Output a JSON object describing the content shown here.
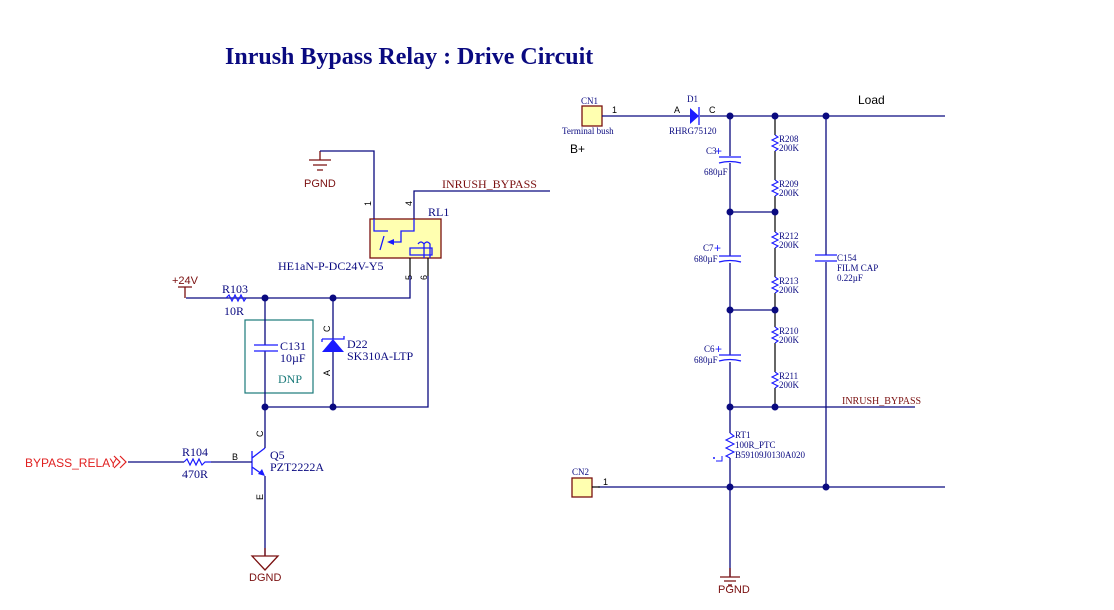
{
  "title": "Inrush Bypass Relay : Drive Circuit",
  "relay": {
    "ref": "RL1",
    "part": "HE1aN-P-DC24V-Y5",
    "pins": [
      "1",
      "4",
      "5",
      "6"
    ],
    "gnd_label": "PGND",
    "net_label": "INRUSH_BYPASS"
  },
  "supply": {
    "label": "+24V"
  },
  "r103": {
    "ref": "R103",
    "value": "10R"
  },
  "c131": {
    "ref": "C131",
    "value": "10µF",
    "note": "DNP"
  },
  "d22": {
    "ref": "D22",
    "part": "SK310A-LTP",
    "pin_c": "C",
    "pin_a": "A"
  },
  "q5": {
    "ref": "Q5",
    "part": "PZT2222A",
    "pin_b": "B",
    "pin_c": "C",
    "pin_e": "E"
  },
  "r104": {
    "ref": "R104",
    "value": "470R"
  },
  "port": {
    "label": "BYPASS_RELAY"
  },
  "dgnd": {
    "label": "DGND"
  },
  "cn1": {
    "ref": "CN1",
    "desc": "Terminal bush",
    "pin": "1",
    "net": "B+"
  },
  "d1": {
    "ref": "D1",
    "part": "RHRG75120",
    "pin_a": "A",
    "pin_c": "C"
  },
  "load": {
    "label": "Load"
  },
  "caps": [
    {
      "ref": "C3",
      "polarity": "+",
      "value": "680µF"
    },
    {
      "ref": "C7",
      "polarity": "+",
      "value": "680µF"
    },
    {
      "ref": "C6",
      "polarity": "+",
      "value": "680µF"
    }
  ],
  "resistors": [
    {
      "ref": "R208",
      "value": "200K"
    },
    {
      "ref": "R209",
      "value": "200K"
    },
    {
      "ref": "R212",
      "value": "200K"
    },
    {
      "ref": "R213",
      "value": "200K"
    },
    {
      "ref": "R210",
      "value": "200K"
    },
    {
      "ref": "R211",
      "value": "200K"
    }
  ],
  "c154": {
    "ref": "C154",
    "type": "FILM CAP",
    "value": "0.22µF"
  },
  "rt1": {
    "ref": "RT1",
    "value": "100R_PTC",
    "part": "B59109J0130A020"
  },
  "inrush_net": {
    "label": "INRUSH_BYPASS"
  },
  "cn2": {
    "ref": "CN2",
    "pin": "1"
  },
  "pgnd2": {
    "label": "PGND"
  }
}
